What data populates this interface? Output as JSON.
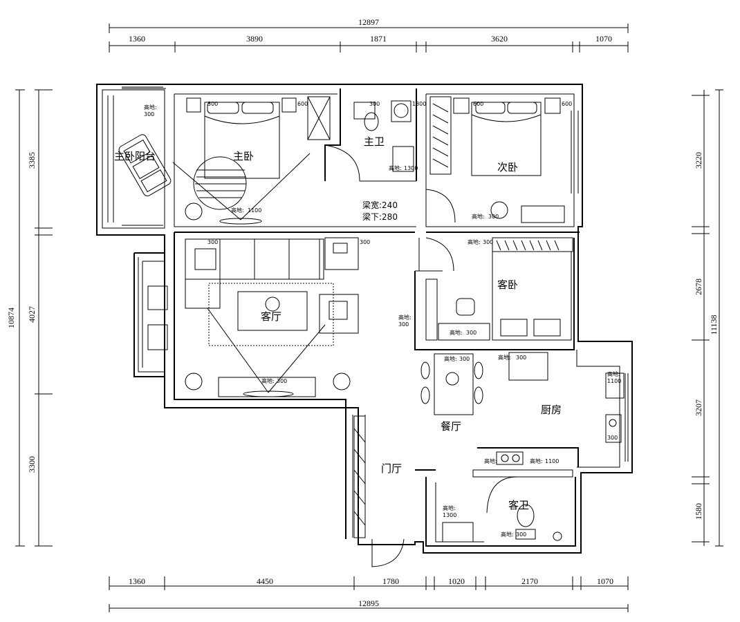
{
  "dimensions": {
    "top_total": "12897",
    "top": [
      "1360",
      "3890",
      "1871",
      "3620",
      "1070"
    ],
    "bottom_total": "12895",
    "bottom": [
      "1360",
      "4450",
      "1780",
      "1020",
      "2170",
      "1070"
    ],
    "left_total": "10874",
    "left": [
      "3385",
      "4027",
      "3300"
    ],
    "right_total": "11138",
    "right": [
      "3220",
      "2678",
      "3207",
      "1580"
    ]
  },
  "rooms": {
    "master_balcony": "主卧阳台",
    "master_bedroom": "主卧",
    "master_bath": "主卫",
    "second_bedroom": "次卧",
    "living_room": "客厅",
    "guest_bedroom": "客卧",
    "dining_room": "餐厅",
    "kitchen": "厨房",
    "foyer": "门厅",
    "guest_bath": "客卫"
  },
  "beam": {
    "width": "梁宽:240",
    "depth": "梁下:280"
  },
  "heights": {
    "label": "高地:",
    "h300": "300",
    "h600": "600",
    "h1100": "1100",
    "h1300": "1300"
  }
}
